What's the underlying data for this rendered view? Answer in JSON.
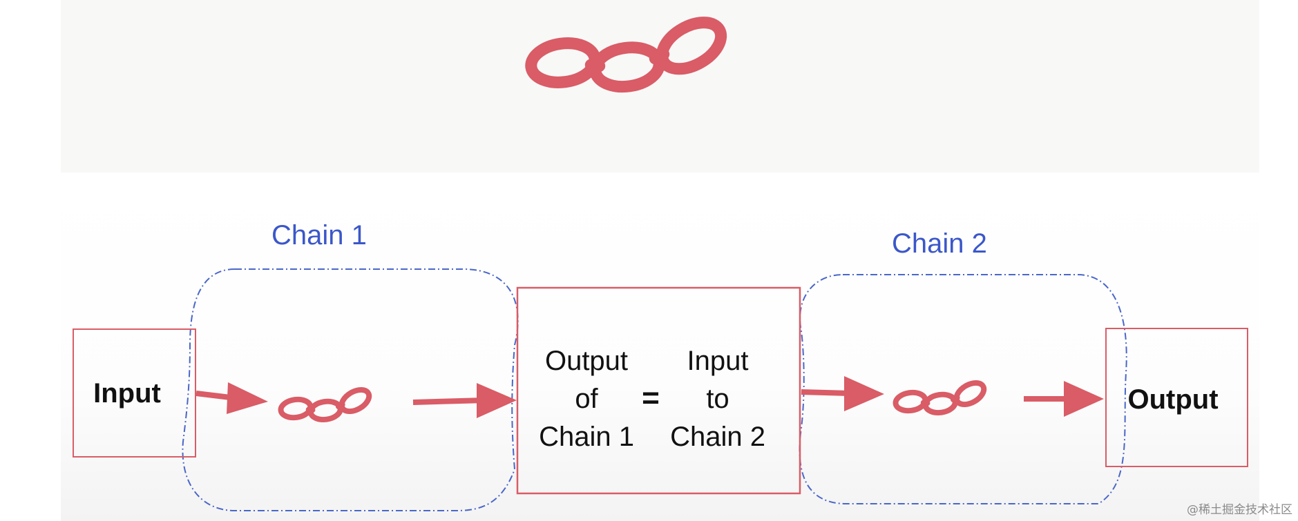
{
  "colors": {
    "accent": "#d95c66",
    "chain_label": "#3b57c9",
    "dashed": "#4a66c8",
    "text": "#111111"
  },
  "diagram": {
    "hero_icon": "chain-link-icon",
    "chain1_label": "Chain 1",
    "chain2_label": "Chain 2",
    "input_label": "Input",
    "output_label": "Output",
    "middle": {
      "left": [
        "Output",
        "of",
        "Chain 1"
      ],
      "equals": "=",
      "right": [
        "Input",
        "to",
        "Chain 2"
      ]
    }
  },
  "watermark": "@稀土掘金技术社区"
}
